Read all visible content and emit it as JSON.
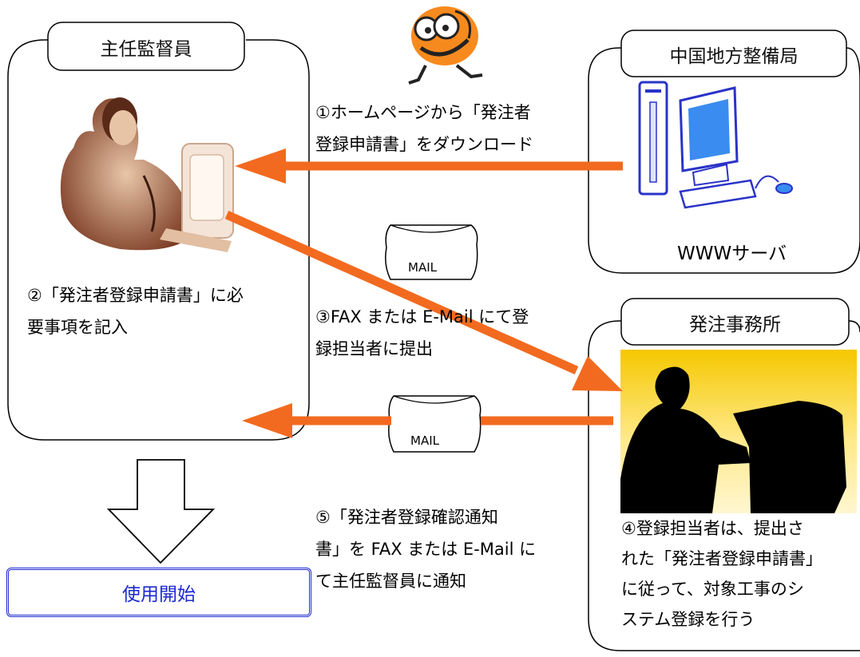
{
  "boxes": {
    "supervisor": "主任監督員",
    "regional_bureau": "中国地方整備局",
    "office": "発注事務所",
    "start": "使用開始"
  },
  "server_label": "WWWサーバ",
  "mail_label": "MAIL",
  "steps": {
    "step1": [
      "①ホームページから「発注者",
      "登録申請書」をダウンロード"
    ],
    "step2": [
      "②「発注者登録申請書」に必",
      "要事項を記入"
    ],
    "step3": [
      "③FAX または E-Mail にて登",
      "録担当者に提出"
    ],
    "step4": [
      "④登録担当者は、提出さ",
      "れた「発注者登録申請書」",
      "に従って、対象工事のシ",
      "ステム登録を行う"
    ],
    "step5": [
      "⑤「発注者登録確認通知",
      "書」を FAX または E-Mail に",
      "て主任監督員に通知"
    ]
  },
  "colors": {
    "arrow": "#f26a1f",
    "start_border": "#1c28d0",
    "office_bg_top": "#f5d200",
    "office_bg_bottom": "#fff4c0",
    "server": "#2a33c8"
  },
  "icons": [
    "ie-mascot-icon",
    "businessman-at-computer-icon",
    "server-computer-icon",
    "mail-envelope-icon",
    "silhouette-at-computer-icon",
    "down-arrow-icon"
  ]
}
